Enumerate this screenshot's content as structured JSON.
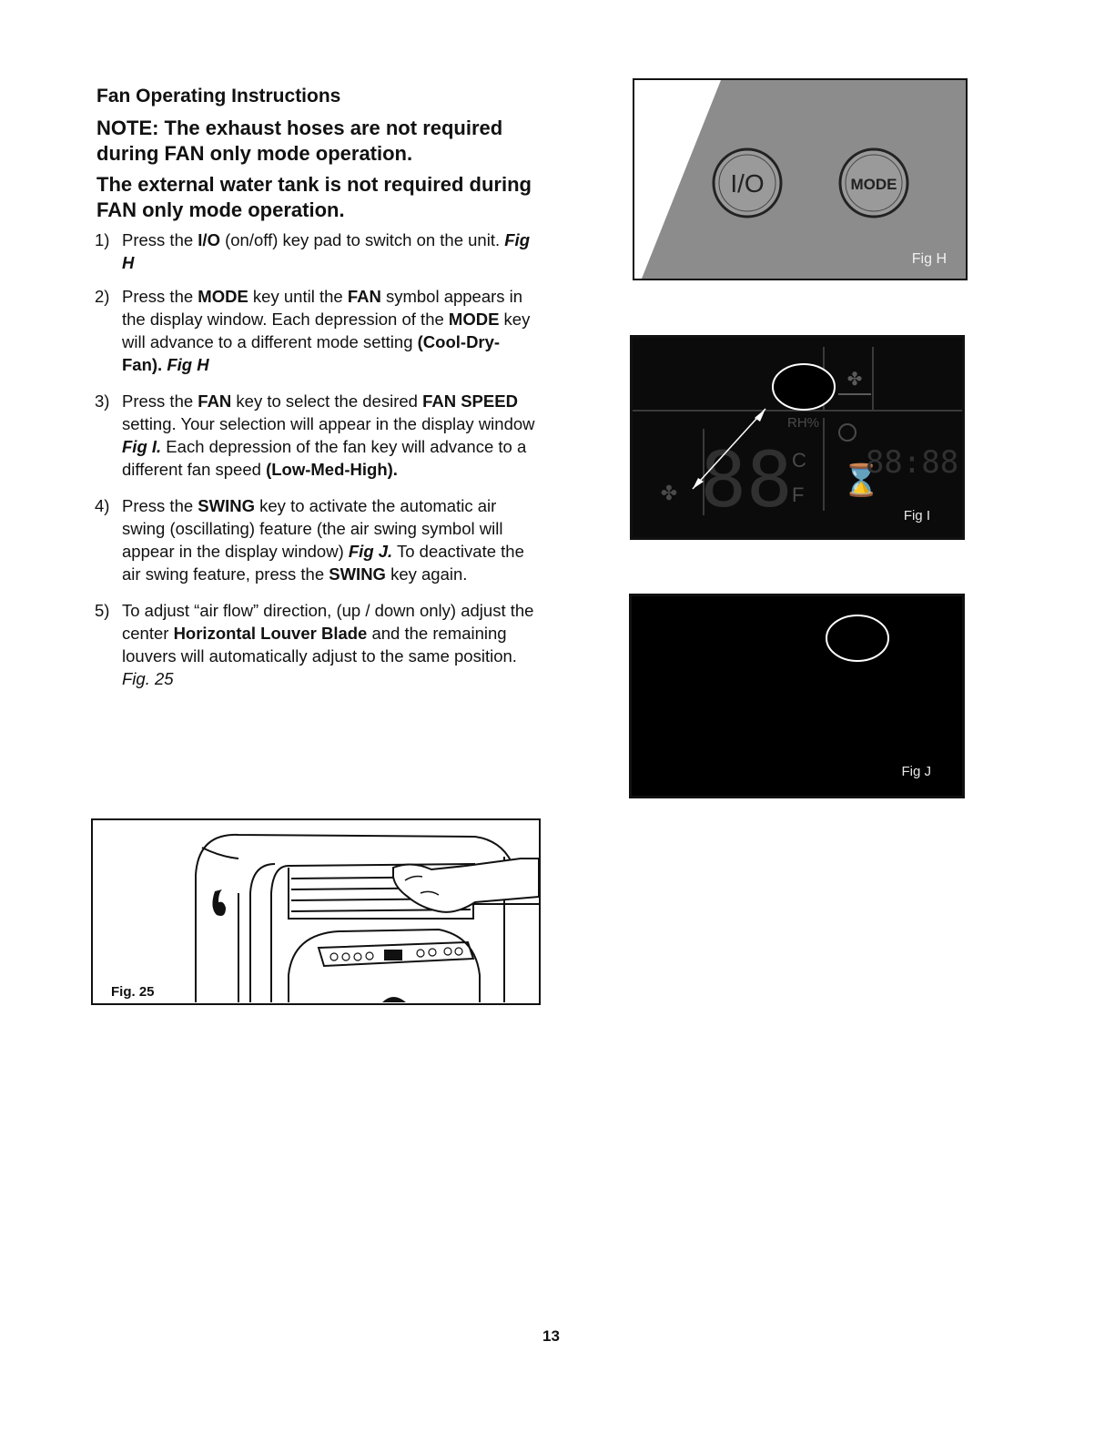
{
  "heading": {
    "title": "Fan Operating Instructions",
    "note1": "NOTE: The exhaust hoses are not required during FAN only mode operation.",
    "note2": "The external water tank is not required during FAN only mode operation."
  },
  "steps": [
    {
      "number": "1)",
      "parts": [
        {
          "t": "Press the ",
          "s": ""
        },
        {
          "t": "I/O",
          "s": "b"
        },
        {
          "t": " (on/off) key pad to switch on the unit. ",
          "s": ""
        },
        {
          "t": "Fig H",
          "s": "bi"
        }
      ]
    },
    {
      "number": "2)",
      "parts": [
        {
          "t": "Press the ",
          "s": ""
        },
        {
          "t": "MODE",
          "s": "b"
        },
        {
          "t": " key until the ",
          "s": ""
        },
        {
          "t": "FAN",
          "s": "b"
        },
        {
          "t": " symbol appears in the display window. Each depression of the ",
          "s": ""
        },
        {
          "t": "MODE",
          "s": "b"
        },
        {
          "t": " key will advance to a different mode setting ",
          "s": ""
        },
        {
          "t": "(Cool-Dry-Fan).",
          "s": "b"
        },
        {
          "t": " ",
          "s": ""
        },
        {
          "t": "Fig H",
          "s": "bi"
        }
      ]
    },
    {
      "number": "3)",
      "parts": [
        {
          "t": "Press the ",
          "s": ""
        },
        {
          "t": "FAN",
          "s": "b"
        },
        {
          "t": " key to select the desired ",
          "s": ""
        },
        {
          "t": "FAN SPEED",
          "s": "b"
        },
        {
          "t": " setting. Your selection will appear in the display window ",
          "s": ""
        },
        {
          "t": "Fig I.",
          "s": "bi"
        },
        {
          "t": " Each depression of the fan key will advance to a different fan speed ",
          "s": ""
        },
        {
          "t": "(Low-Med-High).",
          "s": "b"
        }
      ]
    },
    {
      "number": "4)",
      "parts": [
        {
          "t": "Press the ",
          "s": ""
        },
        {
          "t": "SWING",
          "s": "b"
        },
        {
          "t": " key  to activate the automatic air swing (oscillating) feature (the air swing symbol will appear in the display window) ",
          "s": ""
        },
        {
          "t": "Fig J.",
          "s": "bi"
        },
        {
          "t": " To deactivate the air swing feature, press the ",
          "s": ""
        },
        {
          "t": "SWING",
          "s": "b"
        },
        {
          "t": " key again.",
          "s": ""
        }
      ]
    },
    {
      "number": "5)",
      "parts": [
        {
          "t": "To adjust “air flow” direction, (up / down only) adjust the center ",
          "s": ""
        },
        {
          "t": "Horizontal Louver Blade",
          "s": "b"
        },
        {
          "t": "  and the remaining louvers will automatically adjust to the same position.  ",
          "s": ""
        },
        {
          "t": "Fig. 25",
          "s": "i"
        }
      ]
    }
  ],
  "figures": {
    "fig_h": {
      "caption": "Fig H",
      "key1": "I/O",
      "key2": "MODE"
    },
    "fig_i": {
      "caption": "Fig I",
      "rh": "RH%",
      "celsius": "C",
      "fahrenheit": "F",
      "digits": "88",
      "clock": "88:88"
    },
    "fig_j": {
      "caption": "Fig J"
    },
    "fig_25": {
      "label": "Fig. 25"
    }
  },
  "page_number": "13",
  "colors": {
    "fig_h_panel": "#8e8e8e",
    "display_bg": "#0b0b0b",
    "caption_text": "#e8e8e8"
  }
}
